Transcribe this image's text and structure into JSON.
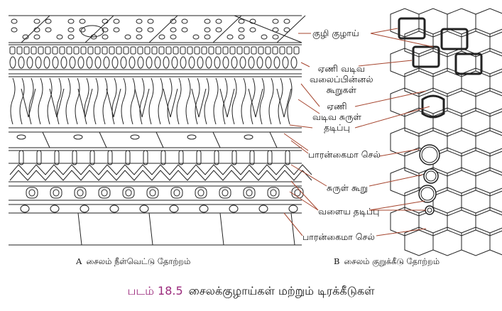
{
  "labels": {
    "pit_vessel": "குழி குழாய்",
    "scalariform_plate": [
      "ஏணி வடிவ",
      "வலைப்பின்னல்",
      "கூறுகள்"
    ],
    "scalariform_spiral": [
      "ஏணி",
      "வடிவ சுருள்",
      "தடிப்பு"
    ],
    "parenchyma_1": "பாரன்கைமா செல்",
    "spiral_part": "சுருள் கூறு",
    "annular": "வளைய தடிப்பு",
    "parenchyma_2": "பாரன்கைமா செல்"
  },
  "captions": {
    "a_letter": "A",
    "a_text": "சைலம் நீள்வெட்டு தோற்றம்",
    "b_letter": "B",
    "b_text": "சைலம் குறுக்கீடு தோற்றம்"
  },
  "figure_title": {
    "number": "படம் 18.5",
    "text": "சைலக்குழாய்கள் மற்றும் டிரக்கீடுகள்"
  },
  "colors": {
    "leader": "#a5452e",
    "title_number": "#9b2a7c",
    "line": "#222222"
  }
}
